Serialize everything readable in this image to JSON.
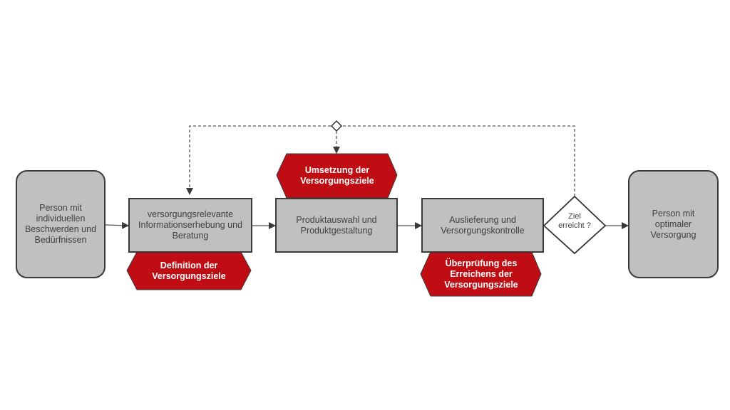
{
  "colors": {
    "node_fill": "#c0c0c0",
    "event_fill": "#c00d14",
    "stroke": "#3a3a3a",
    "text": "#404040",
    "event_text": "#ffffff"
  },
  "nodes": {
    "start": "Person mit individuellen Beschwerden und Bedürfnissen",
    "step1": "versorgungsrelevante Informationserhebung und Beratung",
    "step2": "Produktauswahl und Produktgestaltung",
    "step3": "Auslieferung und Versorgungskontrolle",
    "decision": "Ziel erreicht ?",
    "end": "Person mit optimaler Versorgung"
  },
  "events": {
    "e1": "Definition der Versorgungsziele",
    "e2": "Umsetzung der Versorgungsziele",
    "e3": "Überprüfung des Erreichens der Versorgungsziele"
  }
}
